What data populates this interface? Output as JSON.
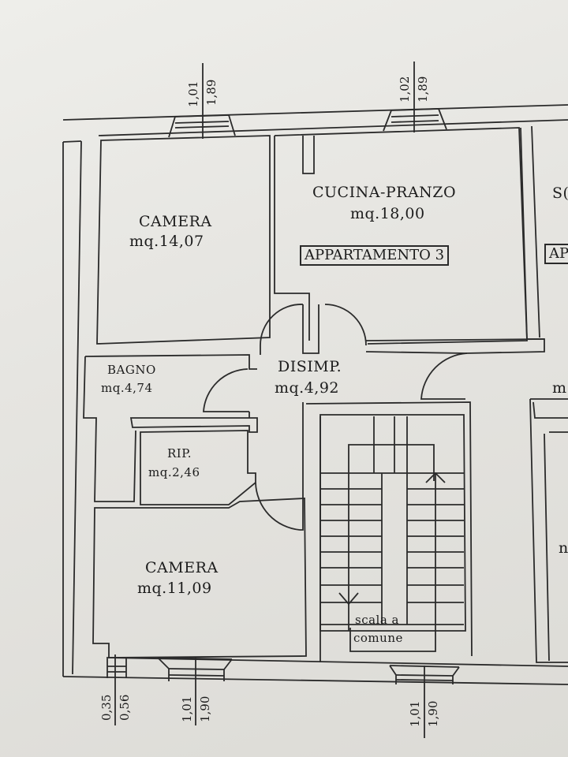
{
  "plan": {
    "apartment_label": "APPARTAMENTO 3",
    "apartment_label_partial_right": "AP",
    "rooms": [
      {
        "id": "camera-1",
        "name": "CAMERA",
        "area": "mq.14,07"
      },
      {
        "id": "cucina-pranzo",
        "name": "CUCINA-PRANZO",
        "area": "mq.18,00"
      },
      {
        "id": "bagno",
        "name": "BAGNO",
        "area": "mq.4,74"
      },
      {
        "id": "disimpegno",
        "name": "DISIMP.",
        "area": "mq.4,92"
      },
      {
        "id": "ripostiglio",
        "name": "RIP.",
        "area": "mq.2,46"
      },
      {
        "id": "camera-2",
        "name": "CAMERA",
        "area": "mq.11,09"
      },
      {
        "id": "scala",
        "name_line1": "scala a",
        "name_line2": "comune"
      }
    ],
    "partial_right_labels": {
      "top": "S(",
      "mid": "m",
      "lower": "n"
    },
    "dimensions": {
      "top_left_window": {
        "width": "1,01",
        "height": "1,89"
      },
      "top_right_window": {
        "width": "1,02",
        "height": "1,89"
      },
      "bottom_small_window": {
        "width": "0,35",
        "height": "0,56"
      },
      "bottom_left_window": {
        "width": "1,01",
        "height": "1,90"
      },
      "bottom_right_window": {
        "width": "1,01",
        "height": "1,90"
      }
    },
    "colors": {
      "paper": "#e9e8e4",
      "ink": "#2a2a2a"
    }
  }
}
